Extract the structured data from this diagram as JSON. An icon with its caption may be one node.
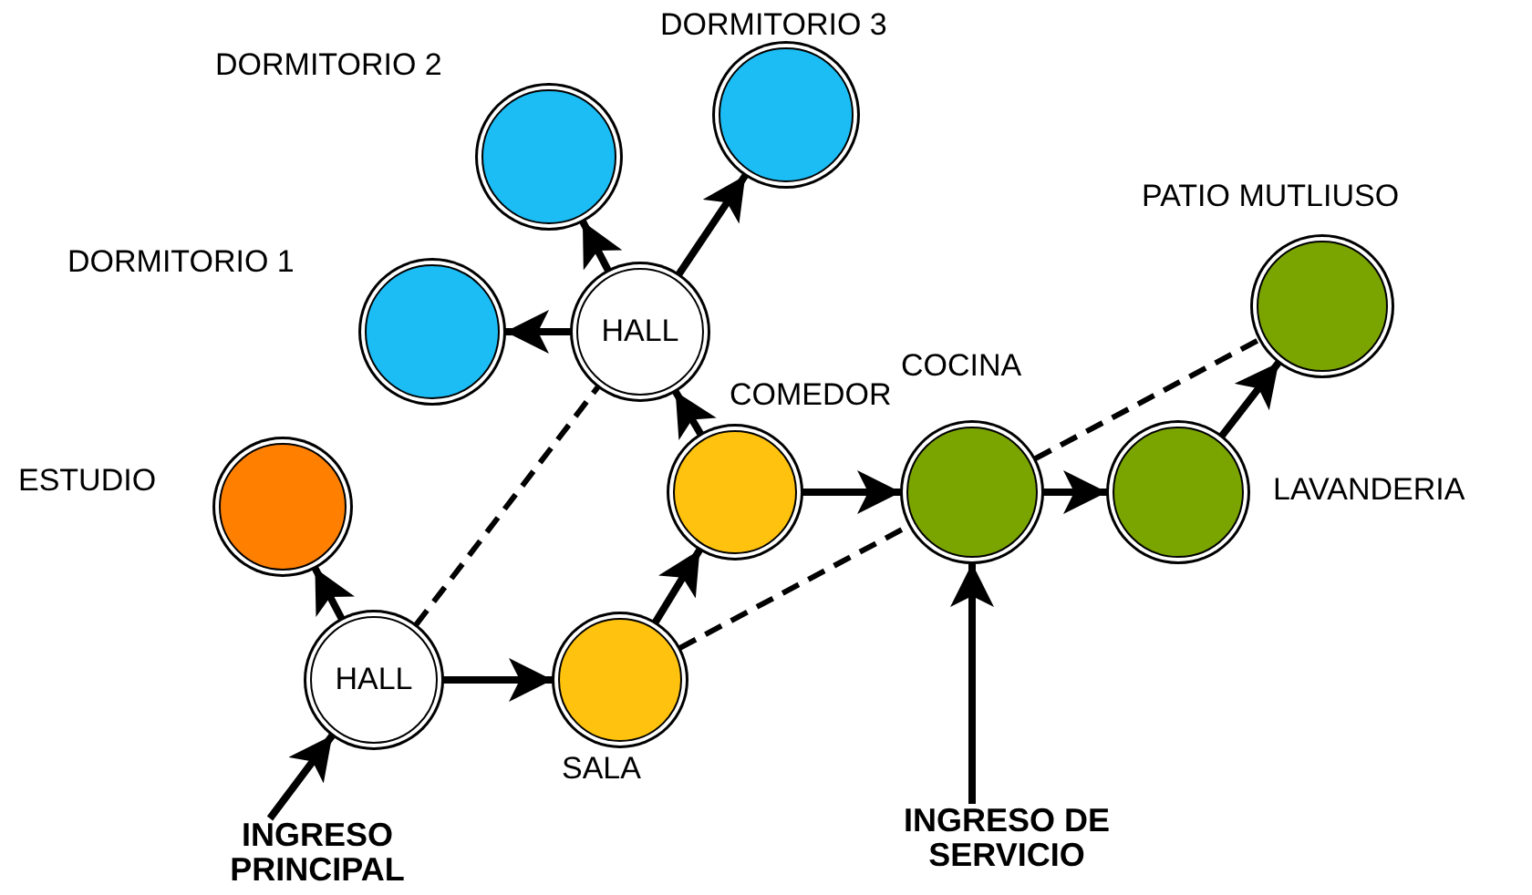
{
  "diagram": {
    "nodes": [
      {
        "text": [],
        "shape": "circle",
        "beside": [
          "DORMITORIO 2"
        ]
      },
      {
        "text": [],
        "shape": "circle",
        "beside": [
          "DORMITORIO 3"
        ]
      },
      {
        "text": [],
        "shape": "circle",
        "beside": [
          "DORMITORIO 1"
        ]
      },
      {
        "text": [
          "HALL"
        ]
      },
      {
        "text": [],
        "shape": "circle",
        "beside": [
          "PATIO MUTLIUSO"
        ]
      },
      {
        "text": [],
        "shape": "circle",
        "beside": [
          "COCINA"
        ]
      },
      {
        "text": [],
        "shape": "circle",
        "beside": [
          "COMEDOR"
        ]
      },
      {
        "text": [],
        "shape": "circle",
        "beside": [
          "LAVANDERIA"
        ]
      },
      {
        "text": [],
        "shape": "circle",
        "beside": [
          "ESTUDIO"
        ]
      },
      {
        "text": [
          "HALL"
        ]
      },
      {
        "text": [],
        "shape": "circle",
        "beside": [
          "SALA"
        ]
      },
      {
        "text": [
          "INGRESO PRINCIPAL"
        ]
      },
      {
        "text": [
          "INGRESO DE SERVICIO"
        ]
      }
    ],
    "edges": [
      {
        "from": 11,
        "to": 9,
        "arrow": "to"
      },
      {
        "from": 9,
        "to": 8,
        "arrow": "to"
      },
      {
        "from": 9,
        "to": 10,
        "arrow": "to"
      },
      {
        "from": 10,
        "to": 6,
        "arrow": "to"
      },
      {
        "from": 6,
        "to": 3,
        "arrow": "to"
      },
      {
        "from": 3,
        "to": 2,
        "arrow": "to"
      },
      {
        "from": 3,
        "to": 0,
        "arrow": "to"
      },
      {
        "from": 3,
        "to": 1,
        "arrow": "to"
      },
      {
        "from": 6,
        "to": 5,
        "arrow": "to"
      },
      {
        "from": 5,
        "to": 7,
        "arrow": "to"
      },
      {
        "from": 7,
        "to": 4,
        "arrow": "to"
      },
      {
        "from": 12,
        "to": 5,
        "arrow": "to"
      },
      {
        "from": 9,
        "to": 3,
        "arrow": "none",
        "style": "dashed"
      },
      {
        "from": 10,
        "to": 5,
        "arrow": "none",
        "style": "dashed"
      },
      {
        "from": 5,
        "to": 4,
        "arrow": "none",
        "style": "dashed"
      }
    ]
  }
}
